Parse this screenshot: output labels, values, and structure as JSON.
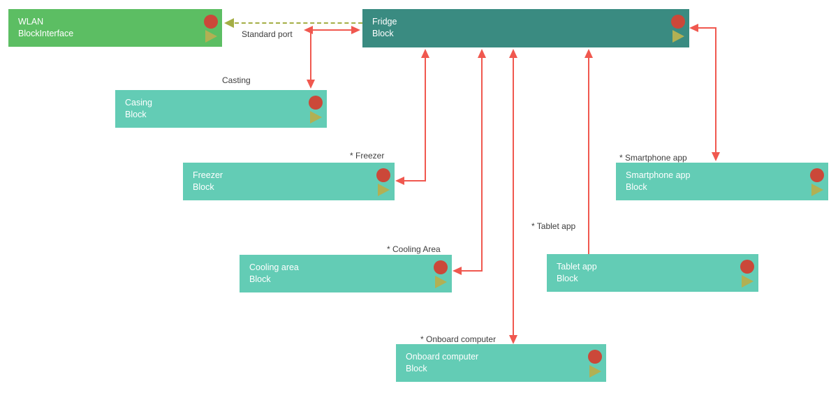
{
  "diagram": {
    "blocks": {
      "wlan": {
        "name": "WLAN",
        "type": "BlockInterface"
      },
      "fridge": {
        "name": "Fridge",
        "type": "Block"
      },
      "casing": {
        "name": "Casing",
        "type": "Block",
        "label": "Casting"
      },
      "freezer": {
        "name": "Freezer",
        "type": "Block",
        "label": "* Freezer"
      },
      "smartphone_app": {
        "name": "Smartphone app",
        "type": "Block",
        "label": "* Smartphone app"
      },
      "cooling_area": {
        "name": "Cooling area",
        "type": "Block",
        "label": "* Cooling Area"
      },
      "tablet_app": {
        "name": "Tablet app",
        "type": "Block",
        "label": "* Tablet app"
      },
      "onboard_computer": {
        "name": "Onboard computer",
        "type": "Block",
        "label": "* Onboard computer"
      }
    },
    "connectors": {
      "standard_port_label": "Standard port"
    },
    "icons": {
      "circle": "port-circle-icon",
      "triangle": "flow-port-triangle-icon"
    },
    "colors": {
      "interface_block_green": "#5cbe63",
      "main_block_teal": "#3a8b81",
      "part_block_teal": "#63ccb5",
      "port_circle_red": "#cb4839",
      "port_triangle_olive": "#b2b053",
      "connector_red": "#f0584f",
      "dashed_connector_olive": "#a4ae45",
      "label_text": "#3d3d3d"
    }
  }
}
